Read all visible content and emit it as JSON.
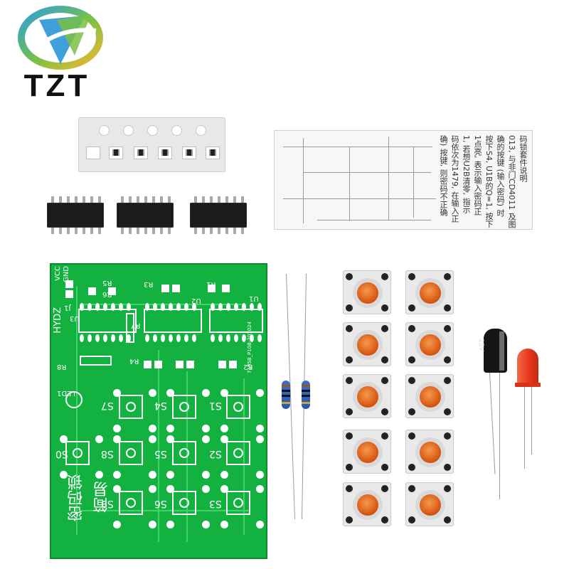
{
  "logo": {
    "text": "TZT",
    "colors": [
      "#2b9fe0",
      "#7ac143",
      "#f7b733"
    ]
  },
  "instruction_sheet": {
    "columns": [
      "码锁套件说明",
      "013, 与非门CD4011 及图",
      "确的按键 (输入密码) 时",
      "按下S4, U1B的Q=1, 按下",
      "1点亮, 表示输入密码正",
      "1, 若想U2B清零, 指示",
      "码依次为1479, 在输入正",
      "确) 按键, 则密码不正确"
    ]
  },
  "pcb": {
    "title_line1": "简易",
    "title_line2": "密码锁",
    "model": "HYDZ",
    "version": "7195B_P108-201024",
    "power_labels": [
      "VCC",
      "GND"
    ],
    "component_labels": [
      "J1",
      "U3",
      "R6",
      "R5",
      "R3",
      "R7",
      "U2",
      "R1",
      "U1",
      "R8",
      "R4",
      "R2",
      "LED1"
    ],
    "switch_labels": [
      "S7",
      "S4",
      "S1",
      "S0",
      "S8",
      "S5",
      "S2",
      "S9",
      "S6",
      "S3"
    ],
    "colors": {
      "board": "#13b13f",
      "silkscreen": "#ffffff"
    }
  },
  "capacitor": {
    "marking": "25V"
  },
  "led": {
    "color": "#e8371d"
  },
  "switch_cap_color": "#d4520f"
}
